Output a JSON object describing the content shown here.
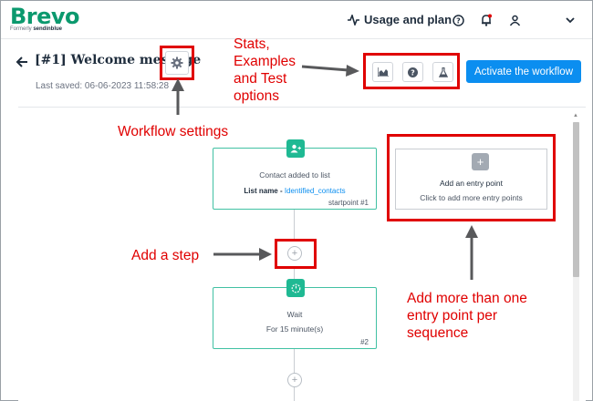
{
  "topbar": {
    "logo": "Brevo",
    "logo_sub_prefix": "Formerly",
    "logo_sub_brand": "sendinblue",
    "usage_label": "Usage and plan"
  },
  "header": {
    "title": "[#1] Welcome message",
    "last_saved": "Last saved: 06-06-2023 11:58:28",
    "activate_label": "Activate the workflow"
  },
  "nodes": {
    "entry1": {
      "title": "Contact added to list",
      "list_prefix": "List name - ",
      "list_value": "Identified_contacts",
      "footer": "startpoint #1"
    },
    "entry_add": {
      "title": "Add an entry point",
      "subtitle": "Click to add more entry points",
      "plus": "+"
    },
    "wait": {
      "title": "Wait",
      "subtitle": "For 15 minute(s)",
      "footer": "#2"
    },
    "plus": "+"
  },
  "annotations": {
    "stats_lines": [
      "Stats,",
      "Examples",
      "and Test",
      "options"
    ],
    "workflow_settings": "Workflow settings",
    "add_step": "Add a step",
    "entry_point_lines": [
      "Add more than one",
      "entry point per",
      "sequence"
    ]
  },
  "colors": {
    "brand": "#0b996e",
    "primary": "#0b8ef0",
    "node_accent": "#1fb993",
    "annotation_red": "#e00000"
  }
}
